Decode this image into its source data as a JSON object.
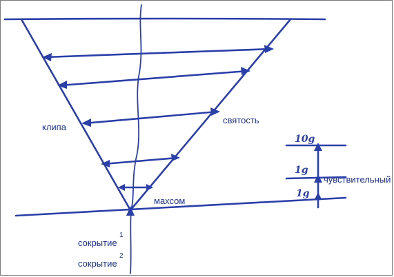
{
  "labels": {
    "left_side": "клипа",
    "right_side": "святость",
    "vertex": "махсом",
    "below_1": "сокрытие",
    "below_1_sup": "1",
    "below_2": "сокрытие",
    "below_2_sup": "2",
    "scale_label": "чувствительный",
    "scale_top": "10g",
    "scale_mid": "1g",
    "scale_bottom": "1g"
  },
  "colors": {
    "ink": "#2b3fa8",
    "frame": "#7a7a7a"
  }
}
